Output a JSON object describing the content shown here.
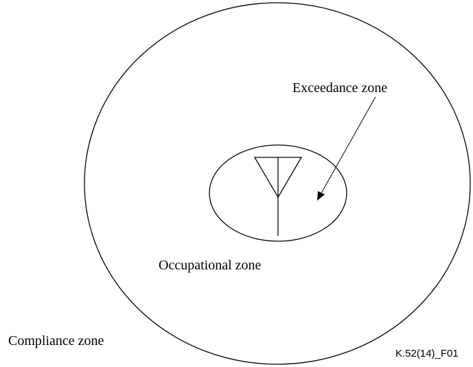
{
  "labels": {
    "exceedance_zone": "Exceedance zone",
    "occupational_zone": "Occupational zone",
    "compliance_zone": "Compliance zone",
    "figure_id": "K.52(14)_F01"
  },
  "icons": {
    "antenna": "antenna-icon",
    "pointer_arrow": "arrow-icon"
  },
  "colors": {
    "stroke": "#000000",
    "text": "#000000",
    "background": "#ffffff"
  }
}
